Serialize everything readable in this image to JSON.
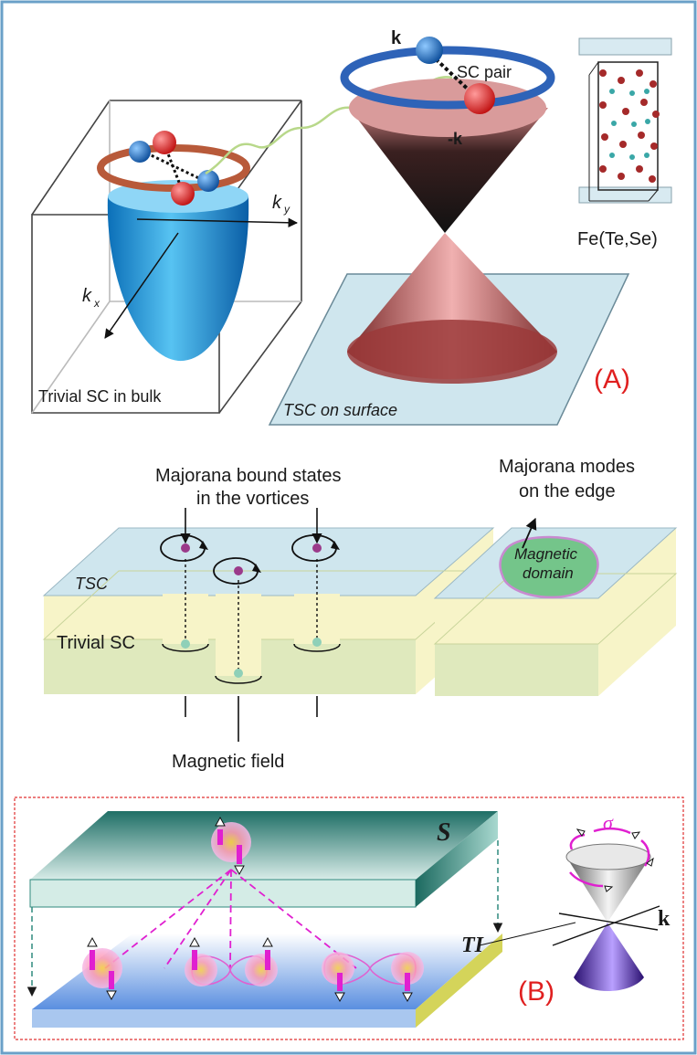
{
  "panel_a": {
    "label": "(A)",
    "k_label": "k",
    "neg_k_label": "-k",
    "sc_pair": "SC pair",
    "ky": "k",
    "ky_sub": "y",
    "kx": "k",
    "kx_sub": "x",
    "trivial_bulk": "Trivial SC in bulk",
    "tsc_surface": "TSC on surface",
    "material": "Fe(Te,Se)"
  },
  "middle": {
    "bound_states_line1": "Majorana bound states",
    "bound_states_line2": "in the vortices",
    "tsc": "TSC",
    "trivial_sc": "Trivial SC",
    "magnetic_field": "Magnetic field",
    "edge_line1": "Majorana modes",
    "edge_line2": "on the edge",
    "domain_line1": "Magnetic",
    "domain_line2": "domain"
  },
  "panel_b": {
    "label": "(B)",
    "s_label": "S",
    "ti_label": "TI",
    "sigma": "σ",
    "k_label": "k"
  },
  "colors": {
    "accent_red": "#e02020",
    "magenta": "#e020d0",
    "sky": "#cfe6ee",
    "pale_yellow": "#f7f4c8",
    "pale_green": "#dfe9bd",
    "teal": "#2f8a7e",
    "cone_red": "#b04b4b",
    "cone_purple": "#5a2fa0",
    "bulk_blue": "#1a9fdc",
    "frame_blue": "#6aa0c8"
  }
}
